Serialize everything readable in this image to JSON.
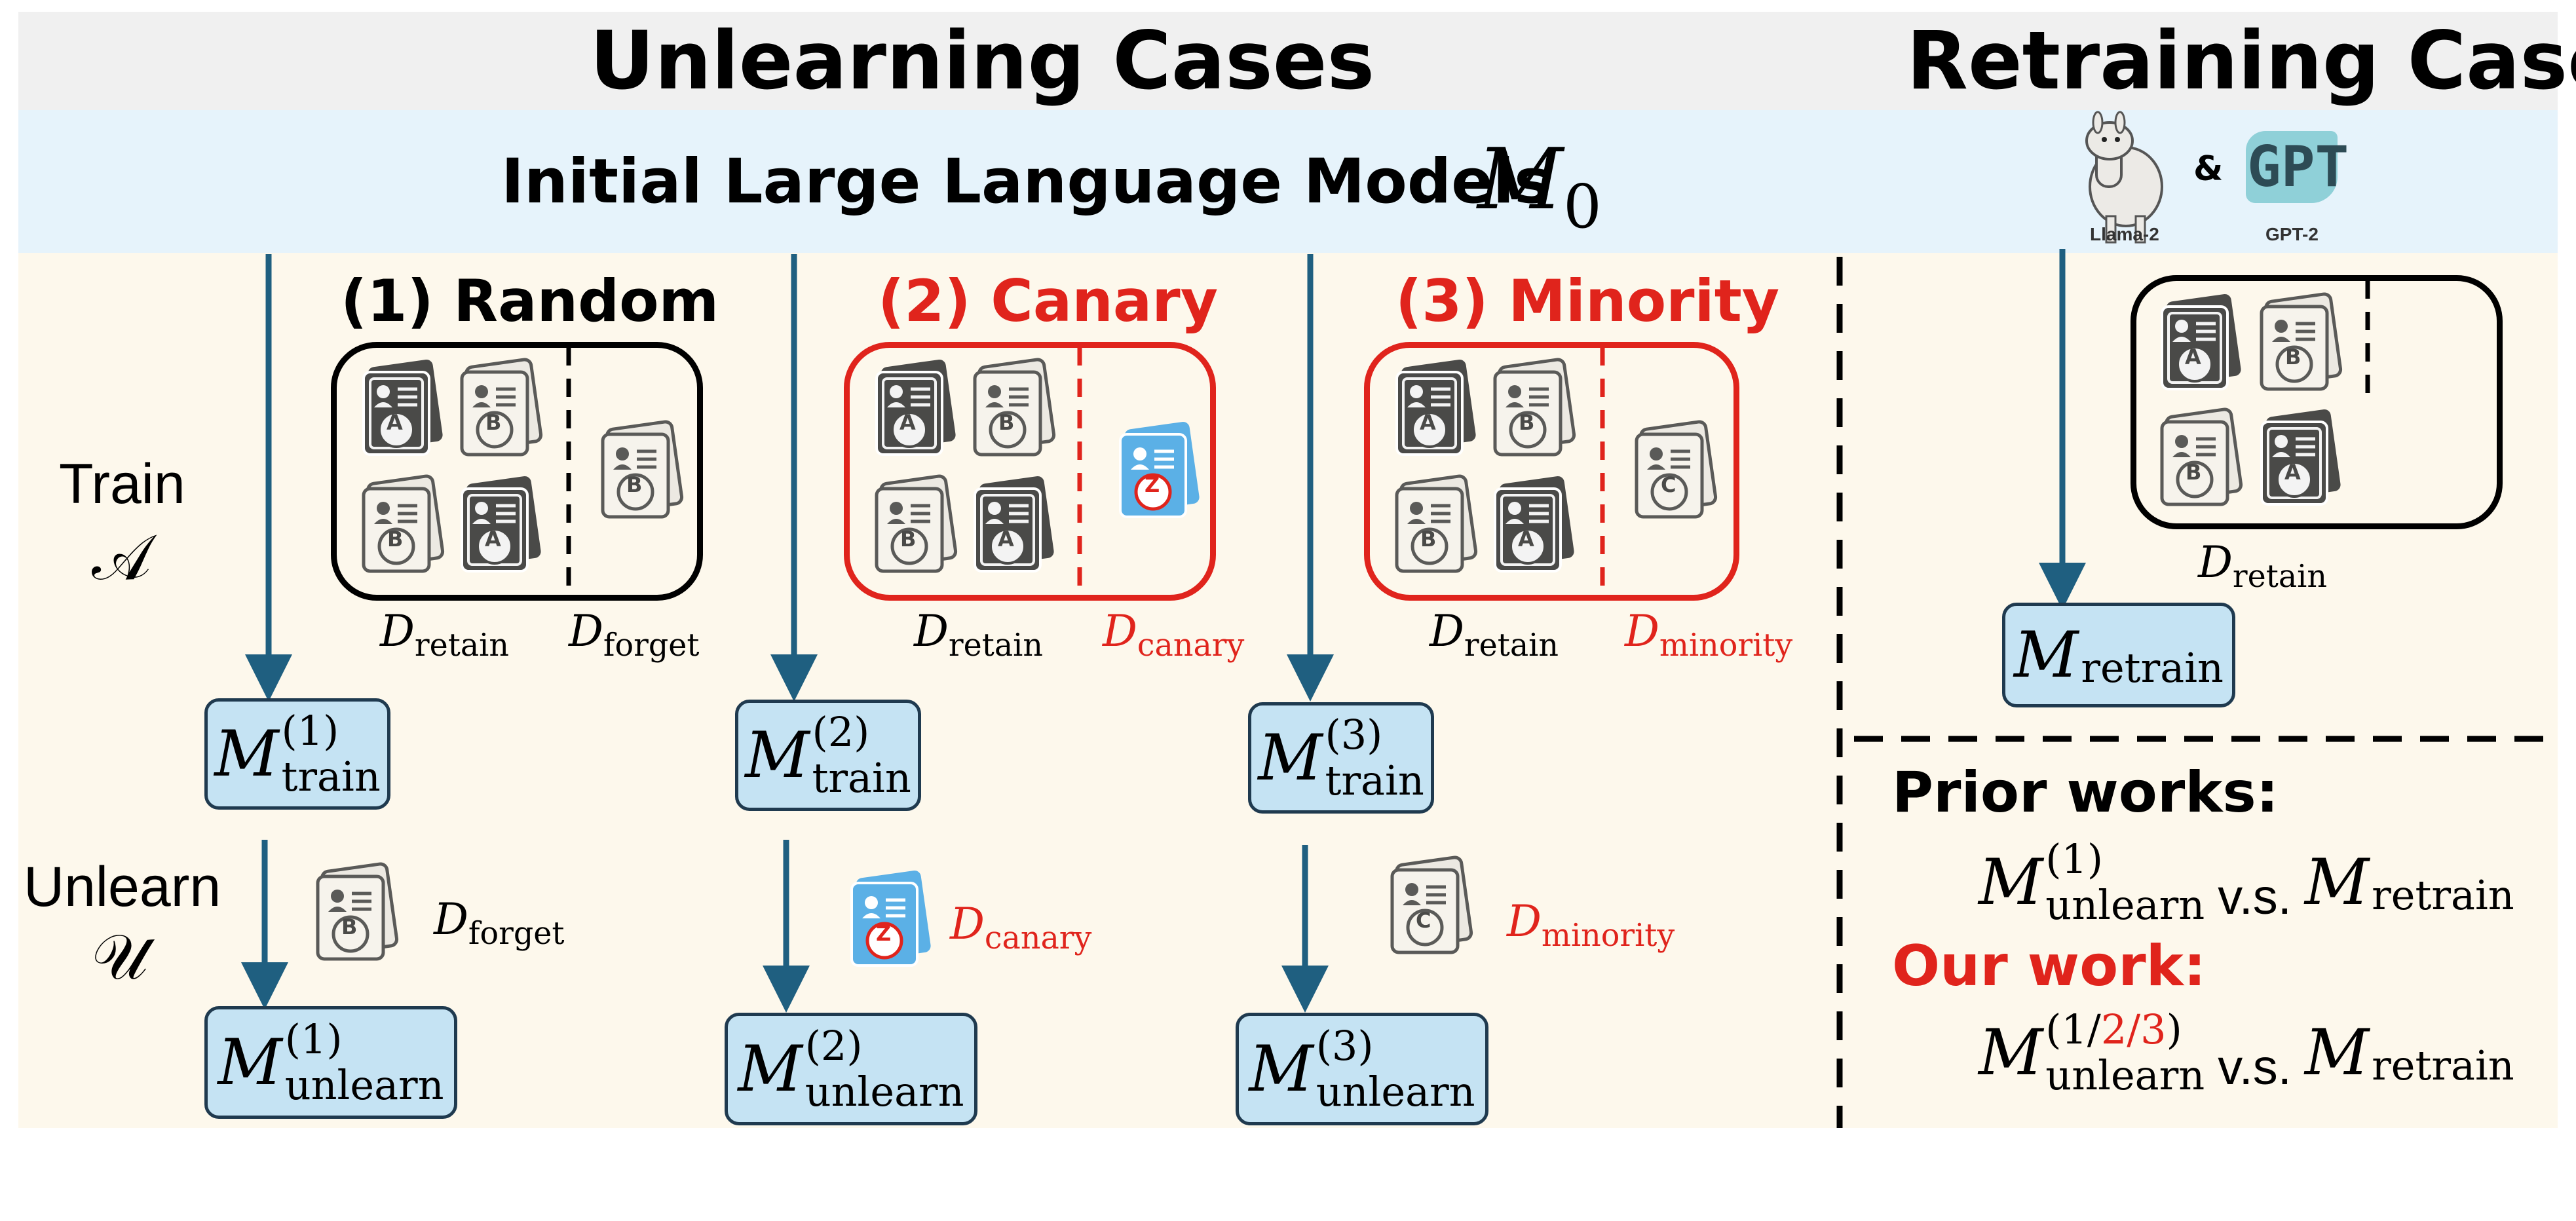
{
  "header": {
    "unlearning_title": "Unlearning Cases",
    "retraining_title": "Retraining Case"
  },
  "band": {
    "initial_models_label": "Initial Large Language Models",
    "m0_symbol": "M",
    "m0_sub": "0",
    "llama_label": "Llama-2",
    "gpt_label": "GPT-2",
    "gpt_logo_text": "GPT",
    "amp": "&"
  },
  "left_labels": {
    "train": "Train",
    "train_symbol": "𝒜",
    "unlearn": "Unlearn",
    "unlearn_symbol": "𝒰"
  },
  "cases": [
    {
      "title": "(1) Random",
      "title_color": "#000000",
      "retain_label": "retain",
      "second_label": "forget",
      "second_color": "#000000",
      "train_sup": "(1)",
      "train_sub": "train",
      "unlearn_sup": "(1)",
      "unlearn_sub": "unlearn",
      "inside_docs": [
        "A",
        "B",
        "B",
        "A"
      ],
      "outside_doc": "B",
      "unlearn_doc": "B",
      "unlearn_label": "forget"
    },
    {
      "title": "(2) Canary",
      "title_color": "#e0241c",
      "retain_label": "retain",
      "second_label": "canary",
      "second_color": "#e0241c",
      "train_sup": "(2)",
      "train_sub": "train",
      "unlearn_sup": "(2)",
      "unlearn_sub": "unlearn",
      "inside_docs": [
        "A",
        "B",
        "B",
        "A"
      ],
      "outside_doc": "Z",
      "unlearn_doc": "Z",
      "unlearn_label": "canary"
    },
    {
      "title": "(3) Minority",
      "title_color": "#e0241c",
      "retain_label": "retain",
      "second_label": "minority",
      "second_color": "#e0241c",
      "train_sup": "(3)",
      "train_sub": "train",
      "unlearn_sup": "(3)",
      "unlearn_sub": "unlearn",
      "inside_docs": [
        "A",
        "B",
        "B",
        "A"
      ],
      "outside_doc": "C",
      "unlearn_doc": "C",
      "unlearn_label": "minority"
    }
  ],
  "retrain": {
    "docs": [
      "A",
      "B",
      "B",
      "A"
    ],
    "retain_label": "retain",
    "model_sub": "retrain"
  },
  "comparison": {
    "prior_title": "Prior works:",
    "prior_sup": "(1)",
    "prior_sub": "unlearn",
    "vs": "v.s.",
    "retrain_sub": "retrain",
    "our_title": "Our work:",
    "our_sup_a": "(1/",
    "our_sup_b": "2/3",
    "our_sup_c": ")",
    "our_sub": "unlearn"
  },
  "symbols": {
    "M": "M",
    "D": "D"
  },
  "colors": {
    "header_bg": "#f0f0f0",
    "band_bg": "#e6f3fb",
    "body_bg": "#fdf8ec",
    "arrow": "#1f5f80",
    "box_fill": "#c5e3f3",
    "red": "#e0241c",
    "doc_dark": "#4a4a48",
    "doc_canary": "#5bb0e6"
  }
}
